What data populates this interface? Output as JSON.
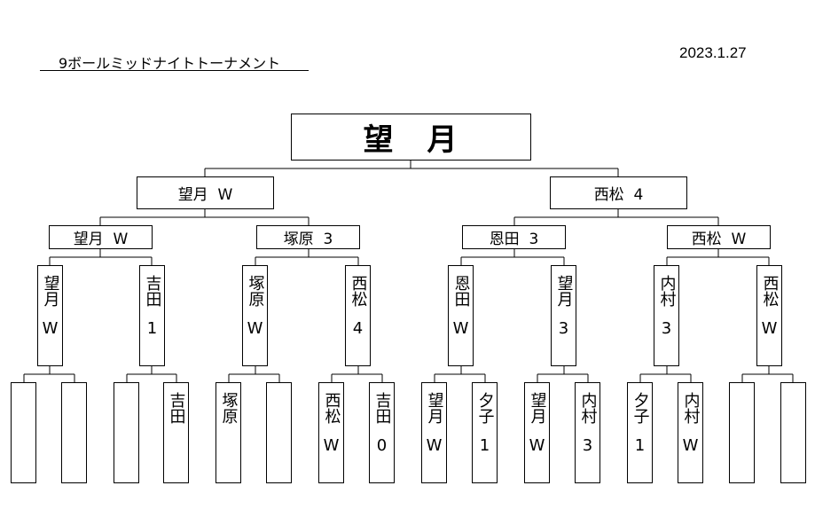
{
  "header": {
    "title": "9ボールミッドナイトトーナメント",
    "date": "2023.1.27"
  },
  "champion": "望　月",
  "final": [
    {
      "label": "望月  W"
    },
    {
      "label": "西松  4"
    }
  ],
  "semifinal": [
    {
      "label": "望月  W"
    },
    {
      "label": "塚原  3"
    },
    {
      "label": "恩田  3"
    },
    {
      "label": "西松  W"
    }
  ],
  "quarterfinal": [
    {
      "name": "望月",
      "score": "W"
    },
    {
      "name": "吉田",
      "score": "1"
    },
    {
      "name": "塚原",
      "score": "W"
    },
    {
      "name": "西松",
      "score": "4"
    },
    {
      "name": "恩田",
      "score": "W"
    },
    {
      "name": "望月",
      "score": "3"
    },
    {
      "name": "内村",
      "score": "3"
    },
    {
      "name": "西松",
      "score": "W"
    }
  ],
  "round1": [
    {
      "name": "",
      "score": ""
    },
    {
      "name": "",
      "score": ""
    },
    {
      "name": "",
      "score": ""
    },
    {
      "name": "吉田",
      "score": ""
    },
    {
      "name": "塚原",
      "score": ""
    },
    {
      "name": "",
      "score": ""
    },
    {
      "name": "西松",
      "score": "W"
    },
    {
      "name": "吉田",
      "score": "0"
    },
    {
      "name": "望月",
      "score": "W"
    },
    {
      "name": "夕子",
      "score": "1"
    },
    {
      "name": "望月",
      "score": "W"
    },
    {
      "name": "内村",
      "score": "3"
    },
    {
      "name": "夕子",
      "score": "1"
    },
    {
      "name": "内村",
      "score": "W"
    },
    {
      "name": "",
      "score": ""
    },
    {
      "name": "",
      "score": ""
    }
  ]
}
